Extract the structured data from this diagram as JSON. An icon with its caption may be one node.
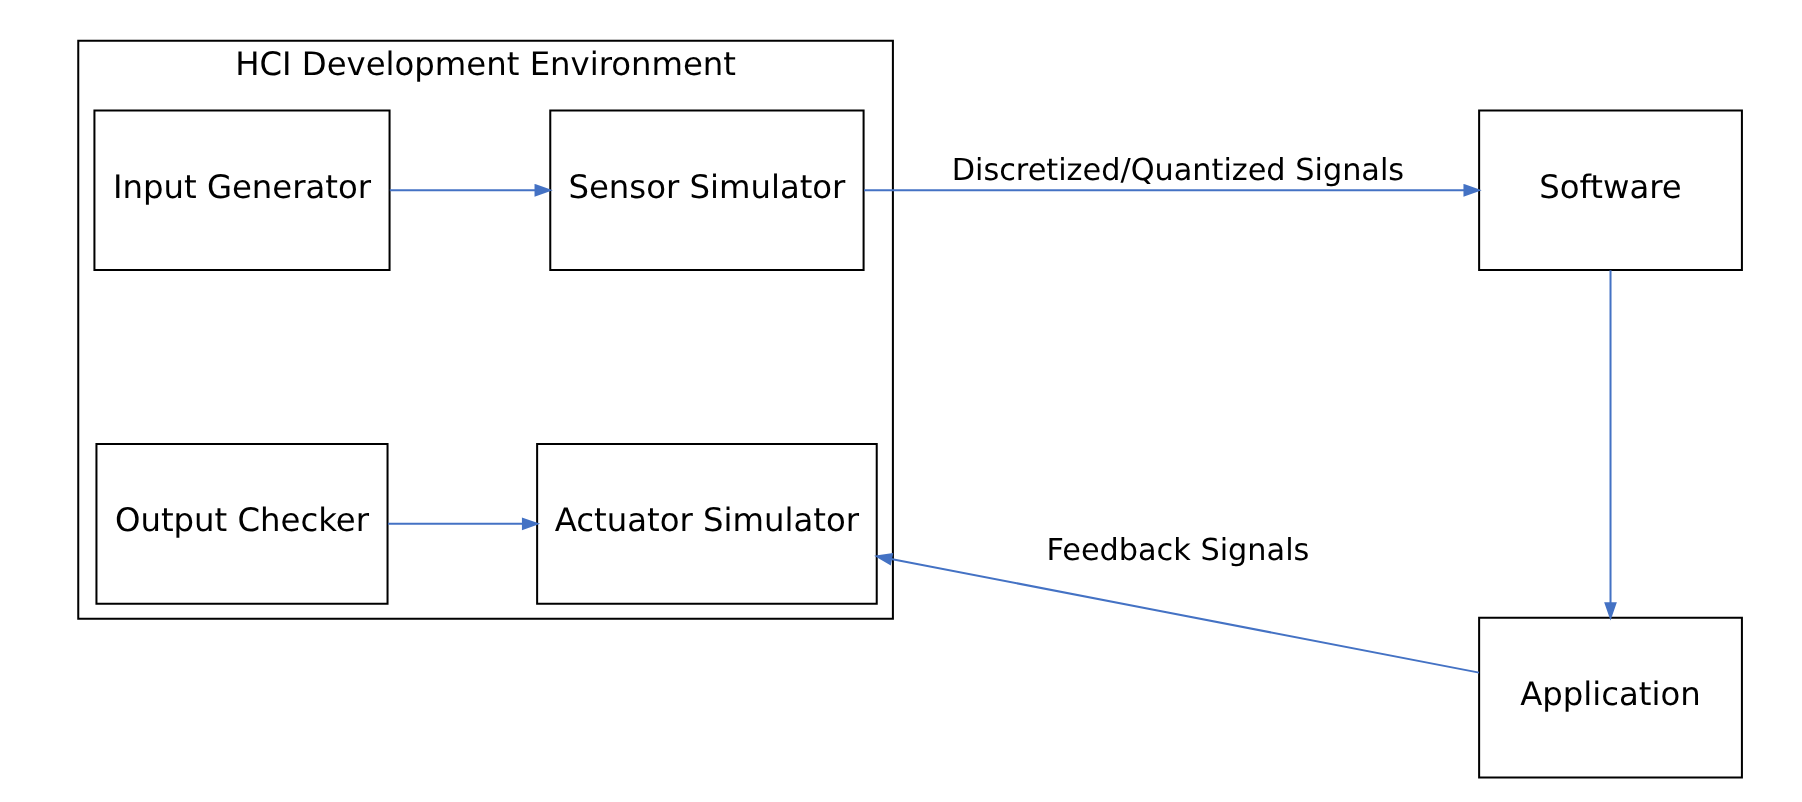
{
  "diagram": {
    "nodes": [
      {
        "text": [
          "HCI Development Environment"
        ]
      },
      {
        "text": [
          "Input Generator"
        ],
        "in": 0
      },
      {
        "text": [
          "Sensor Simulator"
        ],
        "in": 0
      },
      {
        "text": [
          "Output Checker"
        ],
        "in": 0
      },
      {
        "text": [
          "Actuator Simulator"
        ],
        "in": 0
      },
      {
        "text": [
          "Software"
        ]
      },
      {
        "text": [
          "Application"
        ]
      }
    ],
    "edges": [
      {
        "from": 1,
        "to": 2,
        "arrow": "to"
      },
      {
        "from": 2,
        "to": 5,
        "arrow": "to",
        "label": "Discretized/Quantized Signals"
      },
      {
        "from": 5,
        "to": 6,
        "arrow": "to"
      },
      {
        "from": 6,
        "to": 4,
        "arrow": "to",
        "label": "Feedback Signals"
      },
      {
        "from": 3,
        "to": 4,
        "arrow": "to"
      }
    ]
  }
}
